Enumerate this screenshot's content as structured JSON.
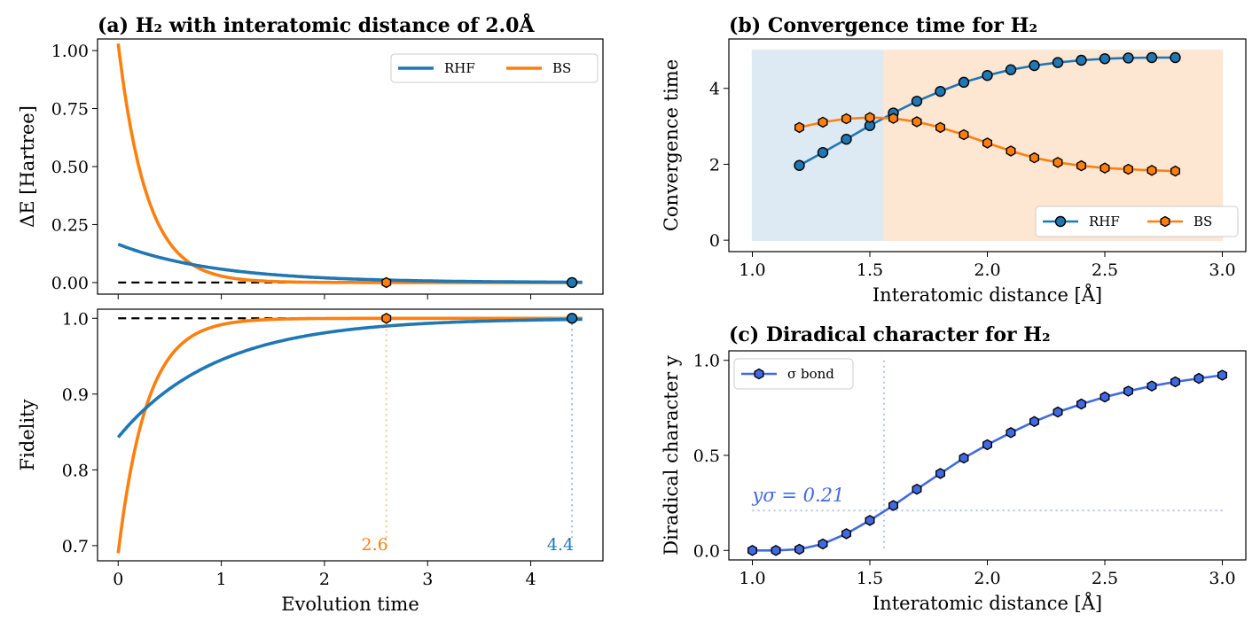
{
  "colors": {
    "rhf": "#1f77b4",
    "bs": "#ff7f0e",
    "sigma": "#4169e1",
    "rhf_region": "#dde9f3",
    "bs_region": "#fde6d2",
    "reference_line": "#000000"
  },
  "chart_data": [
    {
      "id": "a",
      "type": "line",
      "title": "(a) H₂ with interatomic distance of 2.0Å",
      "xlabel": "",
      "ylabel": "ΔE [Hartree]",
      "xlim": [
        -0.2,
        4.7
      ],
      "ylim": [
        -0.05,
        1.05
      ],
      "xticks": [
        0,
        1,
        2,
        3,
        4
      ],
      "yticks": [
        0.0,
        0.25,
        0.5,
        0.75,
        1.0
      ],
      "ytick_labels": [
        "0.00",
        "0.25",
        "0.50",
        "0.75",
        "1.00"
      ],
      "legend": {
        "position": "top-right",
        "entries": [
          "RHF",
          "BS"
        ]
      },
      "reference_line": {
        "y": 0.0,
        "style": "dashed"
      },
      "series": [
        {
          "name": "RHF",
          "color": "rhf",
          "model": "exp",
          "y0": 0.165,
          "rate": 1.05,
          "t_end": 4.5,
          "marker_at": [
            4.4,
            0.0
          ]
        },
        {
          "name": "BS",
          "color": "bs",
          "model": "exp",
          "y0": 1.03,
          "rate": 3.6,
          "t_end": 2.6,
          "marker_at": [
            2.6,
            0.0
          ]
        }
      ]
    },
    {
      "id": "a_fidelity",
      "type": "line",
      "title": "",
      "xlabel": "Evolution time",
      "ylabel": "Fidelity",
      "xlim": [
        -0.2,
        4.7
      ],
      "ylim": [
        0.68,
        1.012
      ],
      "xticks": [
        0,
        1,
        2,
        3,
        4
      ],
      "yticks": [
        0.7,
        0.8,
        0.9,
        1.0
      ],
      "ytick_labels": [
        "0.7",
        "0.8",
        "0.9",
        "1.0"
      ],
      "reference_line": {
        "y": 1.0,
        "style": "dashed"
      },
      "series": [
        {
          "name": "RHF",
          "color": "rhf",
          "model": "sat",
          "y0": 0.843,
          "rate": 1.05,
          "t_end": 4.5,
          "marker_at": [
            4.4,
            1.0
          ]
        },
        {
          "name": "BS",
          "color": "bs",
          "model": "sat",
          "y0": 0.69,
          "rate": 3.6,
          "t_end": 2.6,
          "marker_at": [
            2.6,
            1.0
          ]
        }
      ],
      "annotations": [
        {
          "text": "2.6",
          "x": 2.6,
          "color": "bs"
        },
        {
          "text": "4.4",
          "x": 4.4,
          "color": "rhf"
        }
      ]
    },
    {
      "id": "b",
      "type": "line",
      "title": "(b) Convergence time for H₂",
      "xlabel": "Interatomic distance [Å]",
      "ylabel": "Convergence time",
      "xlim": [
        0.9,
        3.1
      ],
      "ylim": [
        -0.3,
        5.3
      ],
      "xticks": [
        1.0,
        1.5,
        2.0,
        2.5,
        3.0
      ],
      "xtick_labels": [
        "1.0",
        "1.5",
        "2.0",
        "2.5",
        "3.0"
      ],
      "yticks": [
        0,
        2,
        4
      ],
      "ytick_labels": [
        "0",
        "2",
        "4"
      ],
      "legend": {
        "position": "bottom-right",
        "entries": [
          "RHF",
          "BS"
        ]
      },
      "shaded_regions": [
        {
          "x": [
            1.0,
            1.56
          ],
          "y": [
            0,
            5
          ],
          "color": "rhf_region"
        },
        {
          "x": [
            1.56,
            3.0
          ],
          "y": [
            0,
            5
          ],
          "color": "bs_region"
        }
      ],
      "x": [
        1.2,
        1.3,
        1.4,
        1.5,
        1.6,
        1.7,
        1.8,
        1.9,
        2.0,
        2.1,
        2.2,
        2.3,
        2.4,
        2.5,
        2.6,
        2.7,
        2.8
      ],
      "series": [
        {
          "name": "RHF",
          "color": "rhf",
          "marker": "circle",
          "values": [
            1.97,
            2.31,
            2.66,
            3.02,
            3.35,
            3.66,
            3.92,
            4.16,
            4.34,
            4.49,
            4.6,
            4.68,
            4.74,
            4.78,
            4.8,
            4.81,
            4.81
          ]
        },
        {
          "name": "BS",
          "color": "bs",
          "marker": "hexagon",
          "values": [
            2.97,
            3.11,
            3.2,
            3.23,
            3.21,
            3.12,
            2.97,
            2.78,
            2.56,
            2.35,
            2.17,
            2.05,
            1.96,
            1.9,
            1.87,
            1.84,
            1.82
          ]
        }
      ]
    },
    {
      "id": "c",
      "type": "line",
      "title": "(c) Diradical character for H₂",
      "xlabel": "Interatomic distance [Å]",
      "ylabel": "Diradical character y",
      "xlim": [
        0.9,
        3.1
      ],
      "ylim": [
        -0.05,
        1.05
      ],
      "xticks": [
        1.0,
        1.5,
        2.0,
        2.5,
        3.0
      ],
      "xtick_labels": [
        "1.0",
        "1.5",
        "2.0",
        "2.5",
        "3.0"
      ],
      "yticks": [
        0.0,
        0.5,
        1.0
      ],
      "ytick_labels": [
        "0.0",
        "0.5",
        "1.0"
      ],
      "legend": {
        "position": "top-left",
        "entries": [
          "σ bond"
        ]
      },
      "guides": {
        "x": 1.56,
        "y": 0.21,
        "label": "yσ = 0.21"
      },
      "x": [
        1.0,
        1.1,
        1.2,
        1.3,
        1.4,
        1.5,
        1.6,
        1.7,
        1.8,
        1.9,
        2.0,
        2.1,
        2.2,
        2.3,
        2.4,
        2.5,
        2.6,
        2.7,
        2.8,
        2.9,
        3.0
      ],
      "series": [
        {
          "name": "σ bond",
          "color": "sigma",
          "marker": "hexagon",
          "values": [
            0.0,
            0.0,
            0.006,
            0.034,
            0.088,
            0.158,
            0.236,
            0.322,
            0.405,
            0.486,
            0.556,
            0.62,
            0.678,
            0.728,
            0.77,
            0.807,
            0.838,
            0.865,
            0.887,
            0.905,
            0.922
          ]
        }
      ]
    }
  ]
}
